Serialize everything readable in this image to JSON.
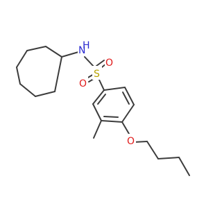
{
  "molecule": {
    "atoms": {
      "n": {
        "label": "N",
        "hydrogen": "H",
        "color": "#2a2ad0"
      },
      "s": {
        "label": "S",
        "color": "#b8a300"
      },
      "o_top": {
        "label": "O",
        "color": "#e01b1b"
      },
      "o_bottom": {
        "label": "O",
        "color": "#e01b1b"
      },
      "o_ether": {
        "label": "O",
        "color": "#e01b1b"
      }
    },
    "bond_color": "#3c3c3c"
  }
}
